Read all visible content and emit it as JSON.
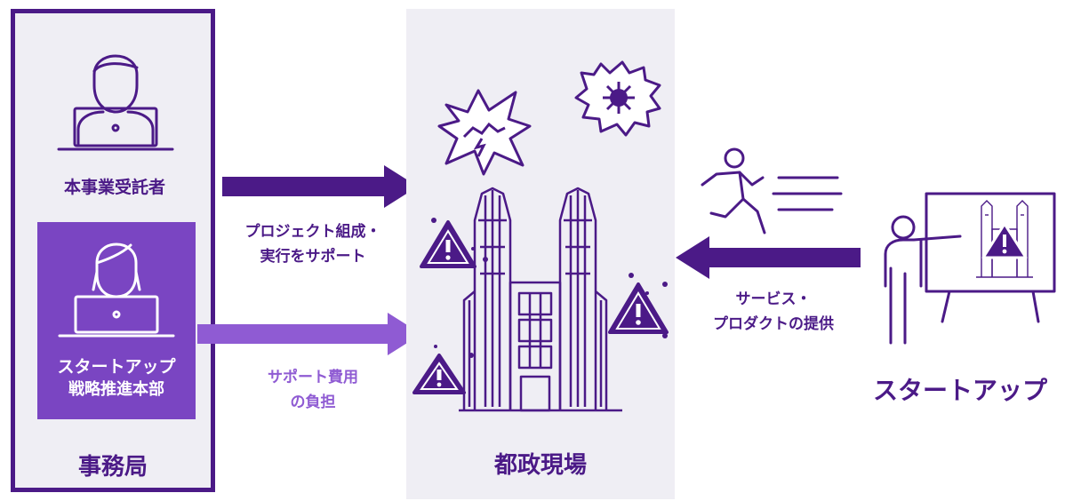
{
  "left": {
    "contractor_label": "本事業受託者",
    "startup_hq_label_line1": "スタートアップ",
    "startup_hq_label_line2": "戦略推進本部",
    "secretariat_label": "事務局"
  },
  "arrows": {
    "support_line1": "プロジェクト組成・",
    "support_line2": "実行をサポート",
    "cost_line1": "サポート費用",
    "cost_line2": "の負担",
    "provide_line1": "サービス・",
    "provide_line2": "プロダクトの提供"
  },
  "center": {
    "site_label": "都政現場"
  },
  "right": {
    "startup_label": "スタートアップ"
  },
  "colors": {
    "purple_dark": "#4b1a87",
    "purple_mid": "#7a45c2",
    "purple_light": "#8f5bd3",
    "gray_bg": "#efeef4"
  }
}
